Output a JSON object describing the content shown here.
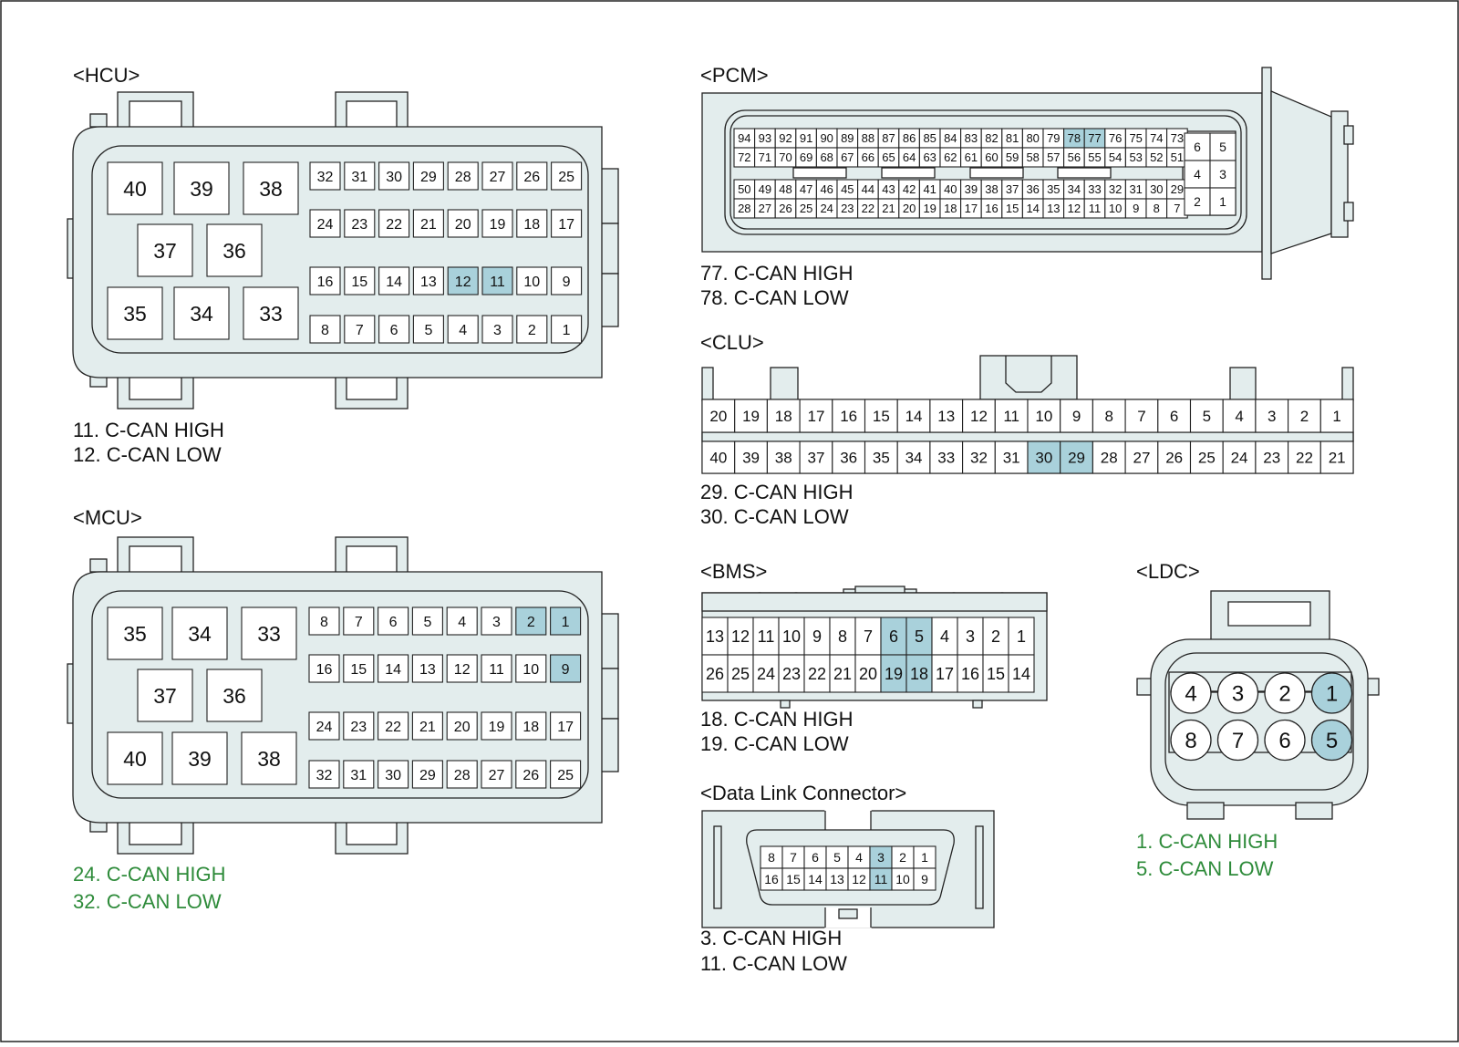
{
  "colors": {
    "body_fill": "#e3eded",
    "cell_fill": "#ffffff",
    "highlight": "#a9d1db",
    "stroke": "#222222",
    "note_black": "#111111",
    "note_green": "#2e8b3a"
  },
  "hcu": {
    "title": "<HCU>",
    "big_pins": [
      "40",
      "39",
      "38",
      "37",
      "36",
      "35",
      "34",
      "33"
    ],
    "small_rows": [
      [
        "32",
        "31",
        "30",
        "29",
        "28",
        "27",
        "26",
        "25"
      ],
      [
        "24",
        "23",
        "22",
        "21",
        "20",
        "19",
        "18",
        "17"
      ],
      [
        "16",
        "15",
        "14",
        "13",
        "12",
        "11",
        "10",
        "9"
      ],
      [
        "8",
        "7",
        "6",
        "5",
        "4",
        "3",
        "2",
        "1"
      ]
    ],
    "highlighted": [
      "12",
      "11"
    ],
    "notes": [
      "11. C-CAN HIGH",
      "12. C-CAN LOW"
    ]
  },
  "mcu": {
    "title": "<MCU>",
    "big_pins": [
      "35",
      "34",
      "33",
      "37",
      "36",
      "40",
      "39",
      "38"
    ],
    "small_rows": [
      [
        "8",
        "7",
        "6",
        "5",
        "4",
        "3",
        "2",
        "1"
      ],
      [
        "16",
        "15",
        "14",
        "13",
        "12",
        "11",
        "10",
        "9"
      ],
      [
        "24",
        "23",
        "22",
        "21",
        "20",
        "19",
        "18",
        "17"
      ],
      [
        "32",
        "31",
        "30",
        "29",
        "28",
        "27",
        "26",
        "25"
      ]
    ],
    "highlighted": [
      "2",
      "1",
      "9"
    ],
    "notes": [
      "24. C-CAN HIGH",
      "32. C-CAN LOW"
    ]
  },
  "pcm": {
    "title": "<PCM>",
    "rows": [
      [
        "94",
        "93",
        "92",
        "91",
        "90",
        "89",
        "88",
        "87",
        "86",
        "85",
        "84",
        "83",
        "82",
        "81",
        "80",
        "79",
        "78",
        "77",
        "76",
        "75",
        "74",
        "73"
      ],
      [
        "72",
        "71",
        "70",
        "69",
        "68",
        "67",
        "66",
        "65",
        "64",
        "63",
        "62",
        "61",
        "60",
        "59",
        "58",
        "57",
        "56",
        "55",
        "54",
        "53",
        "52",
        "51"
      ],
      [
        "50",
        "49",
        "48",
        "47",
        "46",
        "45",
        "44",
        "43",
        "42",
        "41",
        "40",
        "39",
        "38",
        "37",
        "36",
        "35",
        "34",
        "33",
        "32",
        "31",
        "30",
        "29"
      ],
      [
        "28",
        "27",
        "26",
        "25",
        "24",
        "23",
        "22",
        "21",
        "20",
        "19",
        "18",
        "17",
        "16",
        "15",
        "14",
        "13",
        "12",
        "11",
        "10",
        "9",
        "8",
        "7"
      ]
    ],
    "side_rows": [
      [
        "6",
        "5"
      ],
      [
        "4",
        "3"
      ],
      [
        "2",
        "1"
      ]
    ],
    "highlighted": [
      "78",
      "77"
    ],
    "notes": [
      "77. C-CAN HIGH",
      "78. C-CAN LOW"
    ]
  },
  "clu": {
    "title": "<CLU>",
    "rows": [
      [
        "20",
        "19",
        "18",
        "17",
        "16",
        "15",
        "14",
        "13",
        "12",
        "11",
        "10",
        "9",
        "8",
        "7",
        "6",
        "5",
        "4",
        "3",
        "2",
        "1"
      ],
      [
        "40",
        "39",
        "38",
        "37",
        "36",
        "35",
        "34",
        "33",
        "32",
        "31",
        "30",
        "29",
        "28",
        "27",
        "26",
        "25",
        "24",
        "23",
        "22",
        "21"
      ]
    ],
    "highlighted": [
      "30",
      "29"
    ],
    "notes": [
      "29. C-CAN HIGH",
      "30. C-CAN LOW"
    ]
  },
  "bms": {
    "title": "<BMS>",
    "rows": [
      [
        "13",
        "12",
        "11",
        "10",
        "9",
        "8",
        "7",
        "6",
        "5",
        "4",
        "3",
        "2",
        "1"
      ],
      [
        "26",
        "25",
        "24",
        "23",
        "22",
        "21",
        "20",
        "19",
        "18",
        "17",
        "16",
        "15",
        "14"
      ]
    ],
    "highlighted": [
      "6",
      "5",
      "19",
      "18"
    ],
    "notes": [
      "18. C-CAN HIGH",
      "19. C-CAN LOW"
    ]
  },
  "ldc": {
    "title": "<LDC>",
    "rows": [
      [
        "4",
        "3",
        "2",
        "1"
      ],
      [
        "8",
        "7",
        "6",
        "5"
      ]
    ],
    "highlighted": [
      "1",
      "5"
    ],
    "notes": [
      "1. C-CAN HIGH",
      "5. C-CAN LOW"
    ]
  },
  "dlc": {
    "title": "<Data Link Connector>",
    "rows": [
      [
        "8",
        "7",
        "6",
        "5",
        "4",
        "3",
        "2",
        "1"
      ],
      [
        "16",
        "15",
        "14",
        "13",
        "12",
        "11",
        "10",
        "9"
      ]
    ],
    "highlighted": [
      "3",
      "11"
    ],
    "notes": [
      "3. C-CAN HIGH",
      "11. C-CAN LOW"
    ]
  }
}
